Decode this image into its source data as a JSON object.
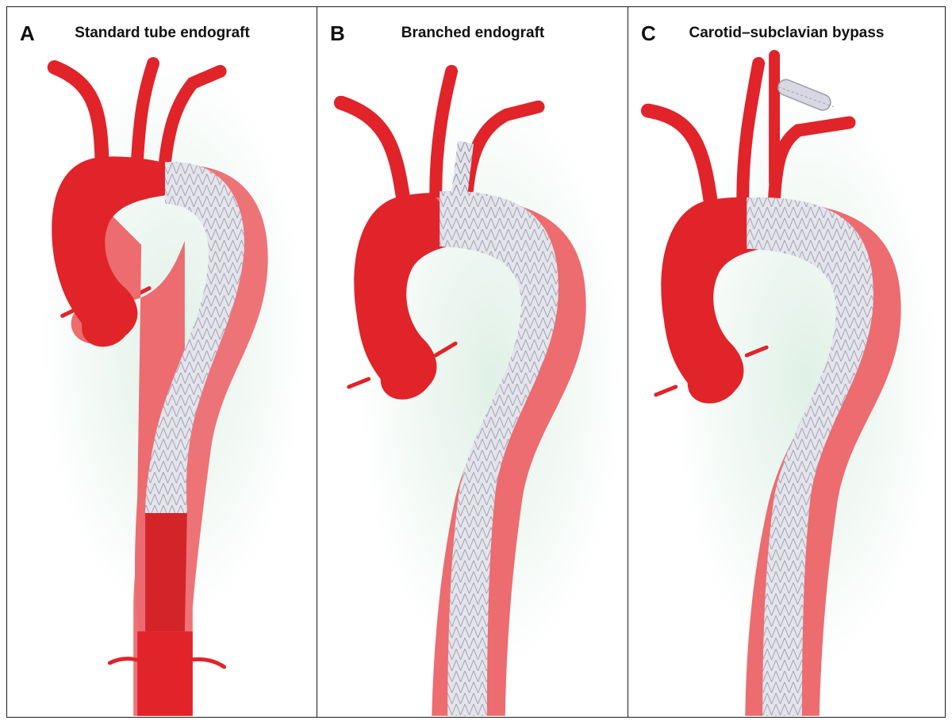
{
  "figure": {
    "panels": [
      {
        "letter": "A",
        "title": "Standard tube endograft"
      },
      {
        "letter": "B",
        "title": "Branched endograft"
      },
      {
        "letter": "C",
        "title": "Carotid–subclavian bypass"
      }
    ]
  },
  "colors": {
    "artery": "#e0242a",
    "artery_shade": "#b8161c",
    "wall": "#ec6c70",
    "glow": "#dcefe4",
    "stent": "#e4e4ec",
    "stent_wire": "#8f8fa3",
    "frame": "#1a1a1a"
  }
}
